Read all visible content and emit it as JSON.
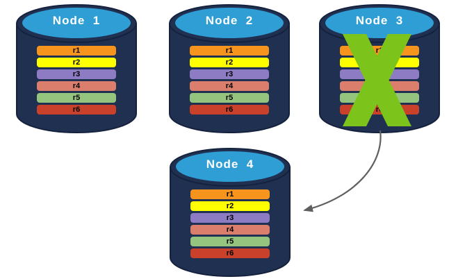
{
  "diagram": {
    "nodes": [
      {
        "label": "Node  1",
        "status": "active",
        "rows": [
          "r1",
          "r2",
          "r3",
          "r4",
          "r5",
          "r6"
        ]
      },
      {
        "label": "Node  2",
        "status": "active",
        "rows": [
          "r1",
          "r2",
          "r3",
          "r4",
          "r5",
          "r6"
        ]
      },
      {
        "label": "Node  3",
        "status": "failed",
        "rows": [
          "r1",
          "r2",
          "r3",
          "r4",
          "r5",
          "r6"
        ]
      },
      {
        "label": "Node  4",
        "status": "active",
        "rows": [
          "r1",
          "r2",
          "r3",
          "r4",
          "r5",
          "r6"
        ]
      }
    ],
    "colors": {
      "cylinder_body": "#203051",
      "cylinder_outline": "#15223E",
      "cylinder_top": "#2F9ED5",
      "title_text": "#FFFFFF",
      "row_r1": "#F7941E",
      "row_r2": "#FFFF00",
      "row_r3": "#8D7CC3",
      "row_r4": "#DB7E6C",
      "row_r5": "#94C47D",
      "row_r6": "#C9412B",
      "failure_x": "#7CC41C",
      "arrow": "#5F5F5F"
    }
  }
}
